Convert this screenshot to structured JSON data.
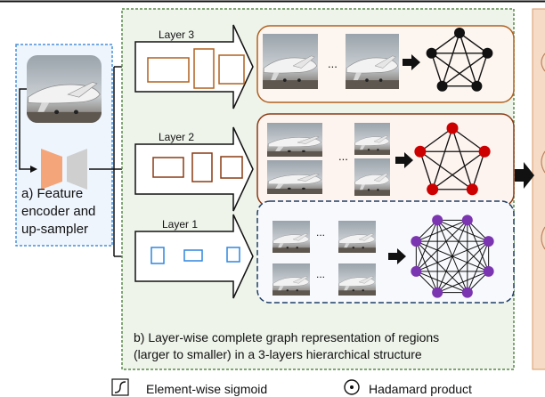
{
  "panel_a": {
    "caption_lines": [
      "a) Feature",
      "encoder and",
      "up-sampler"
    ]
  },
  "panel_b": {
    "caption_lines": [
      "b) Layer-wise complete graph representation of regions",
      "(larger to smaller) in a 3-layers hierarchical structure"
    ],
    "layers": [
      {
        "label": "Layer 3",
        "nodes": 5,
        "node_color": "#111111",
        "box_color": "#b0601f"
      },
      {
        "label": "Layer 2",
        "nodes": 5,
        "node_color": "#cc0000",
        "box_color": "#8a3a14"
      },
      {
        "label": "Layer 1",
        "nodes": 8,
        "node_color": "#7b35b0",
        "box_color": "#1f3e66"
      }
    ],
    "ellipsis": "..."
  },
  "legend": {
    "sigmoid": "Element-wise sigmoid",
    "hadamard": "Hadamard product"
  },
  "colors": {
    "panel_a_border": "#4a90d9",
    "panel_b_border": "#5a8a4a",
    "encoder": "#f4a57a",
    "decoder": "#cfcfcf",
    "right_panel": "#f6dcc7"
  }
}
